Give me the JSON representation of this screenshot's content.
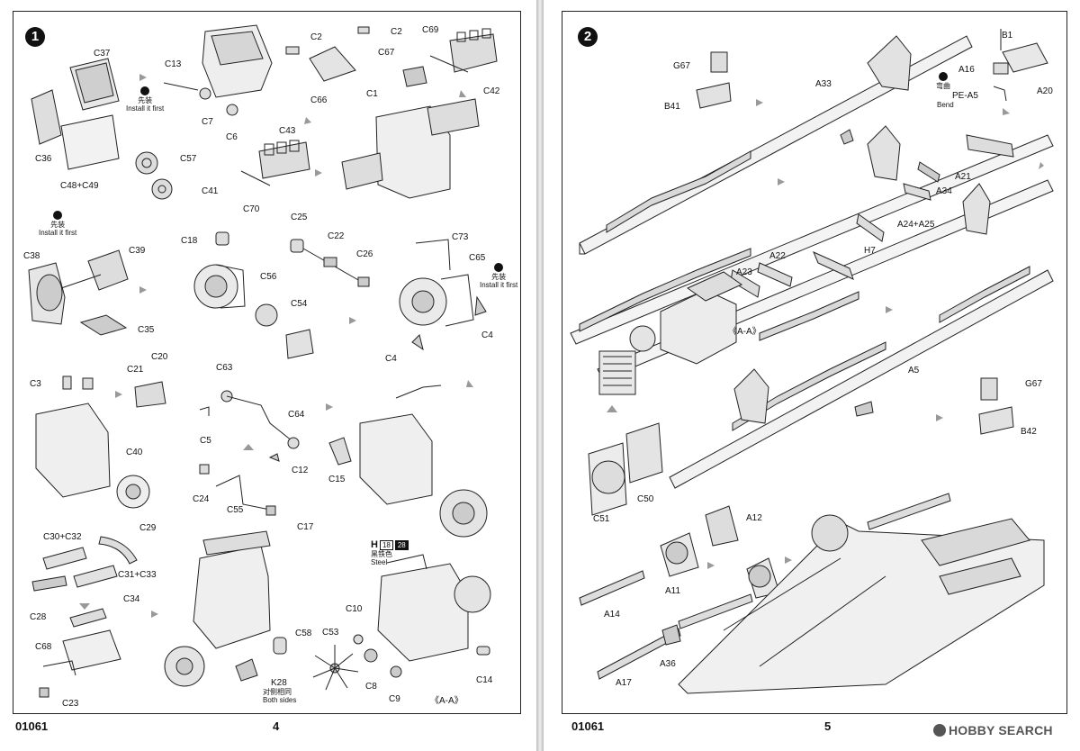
{
  "left_page": {
    "step": "1",
    "code": "01061",
    "page_number": "4",
    "install_first": {
      "zh": "先装",
      "en": "Install it first"
    },
    "both_sides": {
      "zh": "对侧相同",
      "en": "Both sides"
    },
    "steel": {
      "letter": "H",
      "num1": "18",
      "num2": "28",
      "zh": "黑铁色",
      "en": "Steel"
    },
    "section_ref": "《A-A》",
    "labels": [
      "C37",
      "C13",
      "C7",
      "C6",
      "C2",
      "C2",
      "C67",
      "C69",
      "C42",
      "C36",
      "C57",
      "C48+C49",
      "C41",
      "C66",
      "C1",
      "C43",
      "C70",
      "C38",
      "C39",
      "C35",
      "C18",
      "C56",
      "C54",
      "C25",
      "C22",
      "C26",
      "C73",
      "C65",
      "C4",
      "C4",
      "C3",
      "C21",
      "C20",
      "C40",
      "C63",
      "C5",
      "C64",
      "C12",
      "C15",
      "C24",
      "C55",
      "C17",
      "C30+C32",
      "C29",
      "C31+C33",
      "C28",
      "C34",
      "C68",
      "C23",
      "C58",
      "K28",
      "C53",
      "C10",
      "C8",
      "C9",
      "C14"
    ]
  },
  "right_page": {
    "step": "2",
    "code": "01061",
    "page_number": "5",
    "bend": {
      "zh": "弯曲",
      "en": "Bend"
    },
    "section_ref": "《A-A》",
    "labels": [
      "B1",
      "G67",
      "A33",
      "A16",
      "PE-A5",
      "A20",
      "B41",
      "A21",
      "A34",
      "A24+A25",
      "H7",
      "A22",
      "A23",
      "A5",
      "G67",
      "B42",
      "C50",
      "C51",
      "A12",
      "A11",
      "A14",
      "A36",
      "A17"
    ]
  },
  "watermark": "HOBBY SEARCH"
}
